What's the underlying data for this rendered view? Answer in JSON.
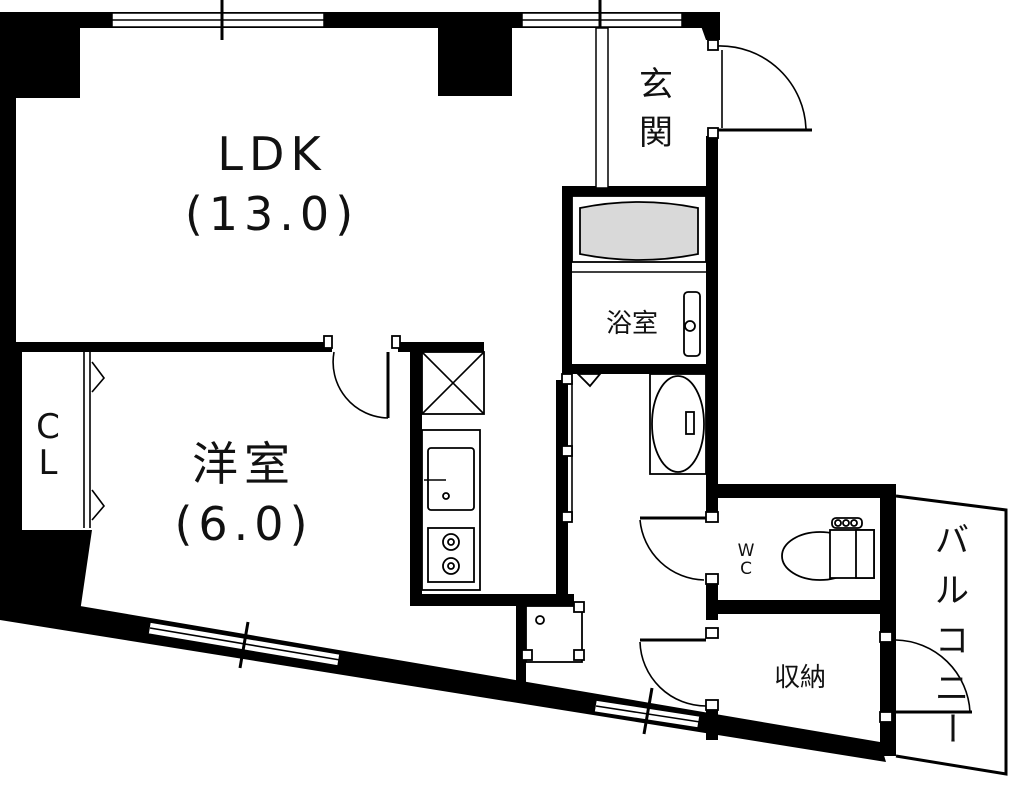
{
  "rooms": {
    "ldk": {
      "name": "LDK",
      "size": "(13.0)"
    },
    "western": {
      "name": "洋室",
      "size": "(6.0)"
    },
    "entrance": {
      "line1": "玄",
      "line2": "関"
    },
    "bath": {
      "name": "浴室"
    },
    "closet": {
      "line1": "C",
      "line2": "L"
    },
    "wc": {
      "line1": "W",
      "line2": "C"
    },
    "storage": {
      "name": "収納"
    },
    "balcony": {
      "chars": [
        "バ",
        "ル",
        "コ",
        "ニ",
        "ー"
      ]
    }
  },
  "colors": {
    "wall": "#000000",
    "background": "#ffffff",
    "fixture_fill": "#d9d9d9"
  }
}
